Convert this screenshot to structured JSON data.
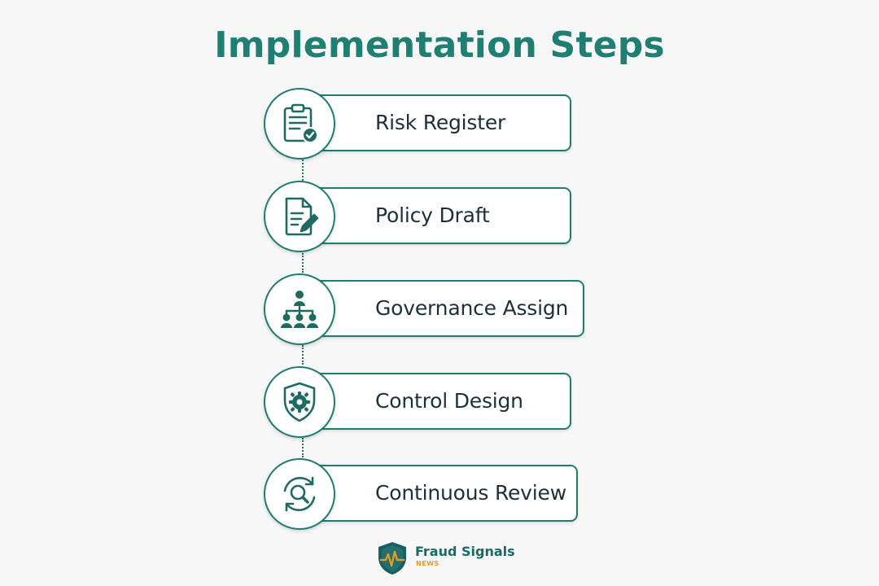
{
  "title": "Implementation Steps",
  "steps": [
    {
      "label": "Risk Register",
      "icon": "clipboard-check-icon"
    },
    {
      "label": "Policy Draft",
      "icon": "document-pencil-icon"
    },
    {
      "label": "Governance Assign",
      "icon": "org-hierarchy-icon"
    },
    {
      "label": "Control Design",
      "icon": "shield-gear-icon"
    },
    {
      "label": "Continuous Review",
      "icon": "cycle-search-icon"
    }
  ],
  "brand": {
    "name": "Fraud Signals",
    "sub": "NEWS"
  },
  "colors": {
    "accent": "#1f7c70",
    "title": "#1e7f72",
    "text": "#1d2f38",
    "brand_orange": "#e39a22",
    "background": "#f6f7f6"
  }
}
